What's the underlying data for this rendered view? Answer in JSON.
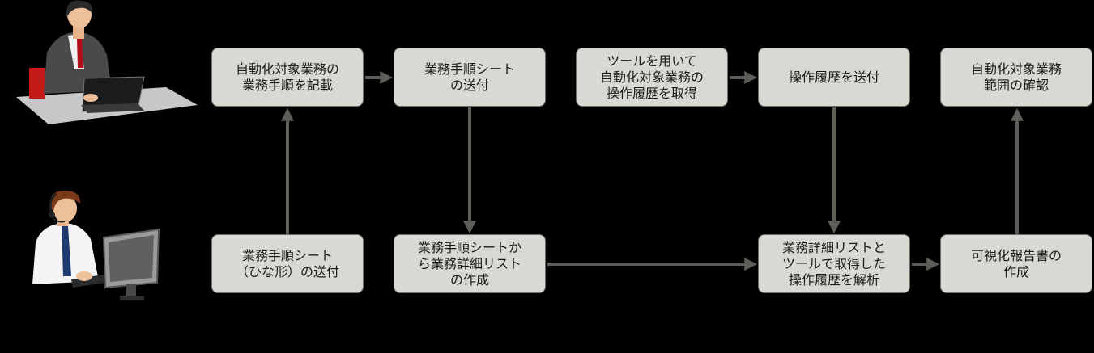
{
  "nodes": {
    "b1": "自動化対象業務の\n業務手順を記載",
    "b2": "業務手順シート\nの送付",
    "b3": "ツールを用いて\n自動化対象業務の\n操作履歴を取得",
    "b4": "操作履歴を送付",
    "b5": "自動化対象業務\n範囲の確認",
    "b6": "業務手順シート\n（ひな形）の送付",
    "b7": "業務手順シートか\nら業務詳細リスト\nの作成",
    "b8": "業務詳細リストと\nツールで取得した\n操作履歴を解析",
    "b9": "可視化報告書の\n作成"
  },
  "colors": {
    "box_fill": "#d9d8d3",
    "box_border": "#6f6e68",
    "arrow": "#5e5d57"
  },
  "icons": {
    "client": "office-worker-at-laptop-icon",
    "operator": "support-operator-with-headset-icon"
  }
}
